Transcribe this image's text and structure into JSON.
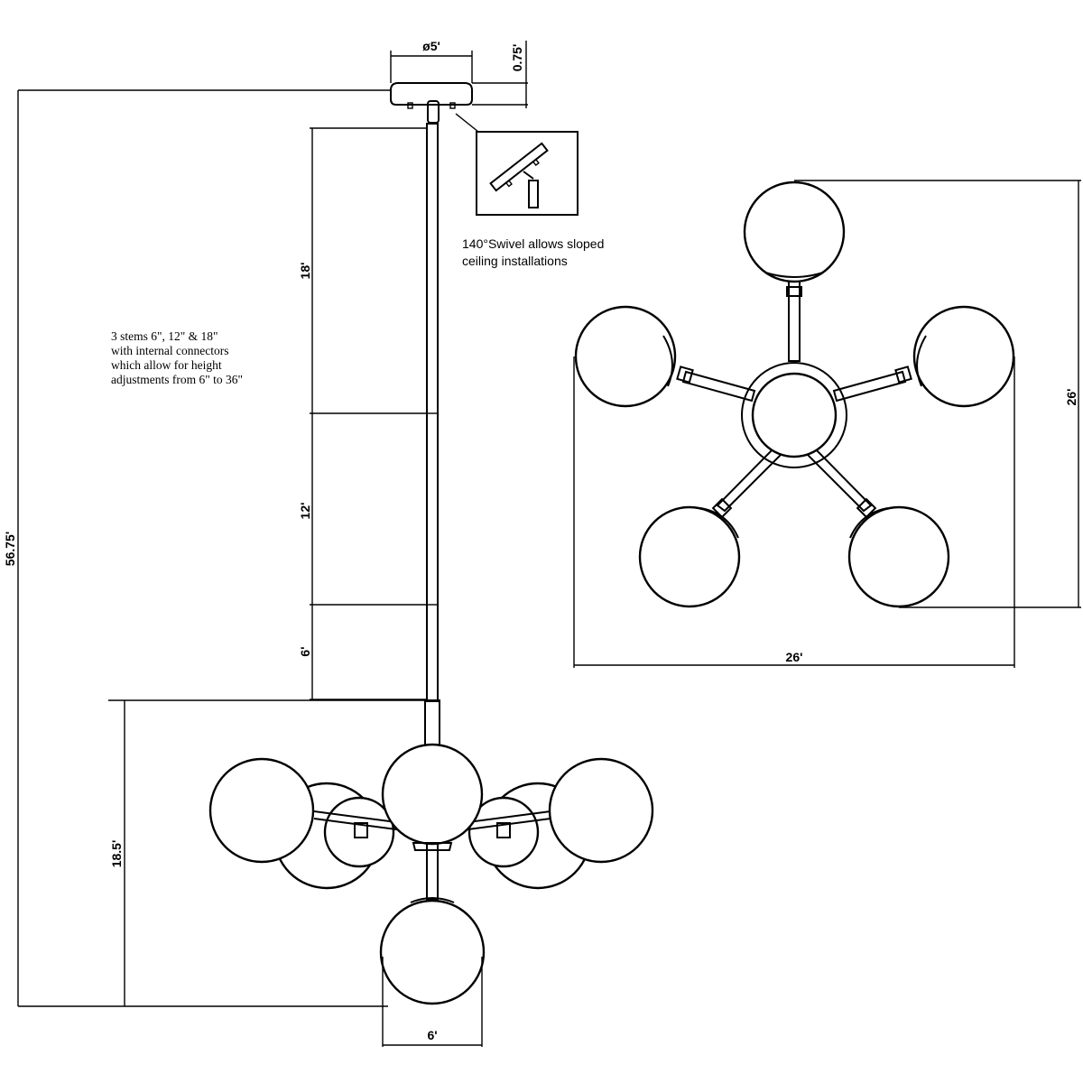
{
  "dimensions": {
    "canopy_diameter": "ø5'",
    "canopy_height": "0.75'",
    "overall_height": "56.75'",
    "stem_18": "18'",
    "stem_12": "12'",
    "stem_6": "6'",
    "fixture_height": "18.5'",
    "globe_width": "6'",
    "top_view_height": "26'",
    "top_view_width": "26'"
  },
  "notes": {
    "swivel_line1": "140°Swivel allows sloped",
    "swivel_line2": "ceiling installations",
    "stems_line1": "3 stems 6\", 12\" & 18\"",
    "stems_line2": "with internal connectors",
    "stems_line3": "which allow for height",
    "stems_line4": "adjustments from 6\" to 36\""
  }
}
